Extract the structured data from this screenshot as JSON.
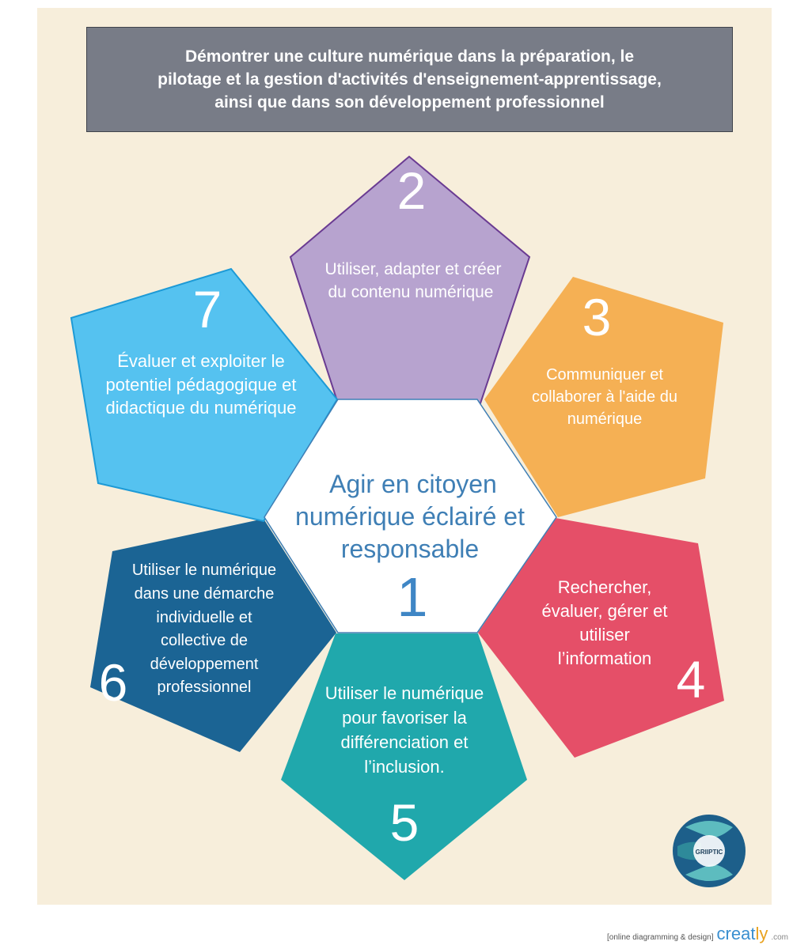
{
  "header": {
    "title_line1": "Démontrer une culture numérique dans la préparation, le",
    "title_line2": "pilotage et la gestion d'activités d'enseignement-apprentissage,",
    "title_line3": "ainsi que dans son développement professionnel"
  },
  "center": {
    "number": "1",
    "line1": "Agir en citoyen",
    "line2": "numérique éclairé et",
    "line3": "responsable",
    "color": "#ffffff"
  },
  "competencies": [
    {
      "number": "2",
      "lines": [
        "Utiliser, adapter et créer",
        "du contenu numérique"
      ],
      "color": "#b7a3cf"
    },
    {
      "number": "3",
      "lines": [
        "Communiquer et",
        "collaborer à l'aide du",
        "numérique"
      ],
      "color": "#f5b054"
    },
    {
      "number": "4",
      "lines": [
        "Rechercher,",
        "évaluer, gérer et",
        "utiliser",
        "l’information"
      ],
      "color": "#e54f68"
    },
    {
      "number": "5",
      "lines": [
        "Utiliser le numérique",
        "pour favoriser la",
        "différenciation et",
        "l’inclusion."
      ],
      "color": "#20a8ac"
    },
    {
      "number": "6",
      "lines": [
        "Utiliser le numérique",
        "dans une démarche",
        "individuelle et",
        "collective de",
        "développement",
        "professionnel"
      ],
      "color": "#1b6494"
    },
    {
      "number": "7",
      "lines": [
        "Évaluer et exploiter le",
        "potentiel pédagogique et",
        "didactique du numérique"
      ],
      "color": "#55c2f0"
    }
  ],
  "logo": {
    "text": "GRIIPTIC"
  },
  "footer": {
    "tag": "[online diagramming & design]",
    "brand_a": "creat",
    "brand_b": "ly",
    "domain": ".com"
  }
}
